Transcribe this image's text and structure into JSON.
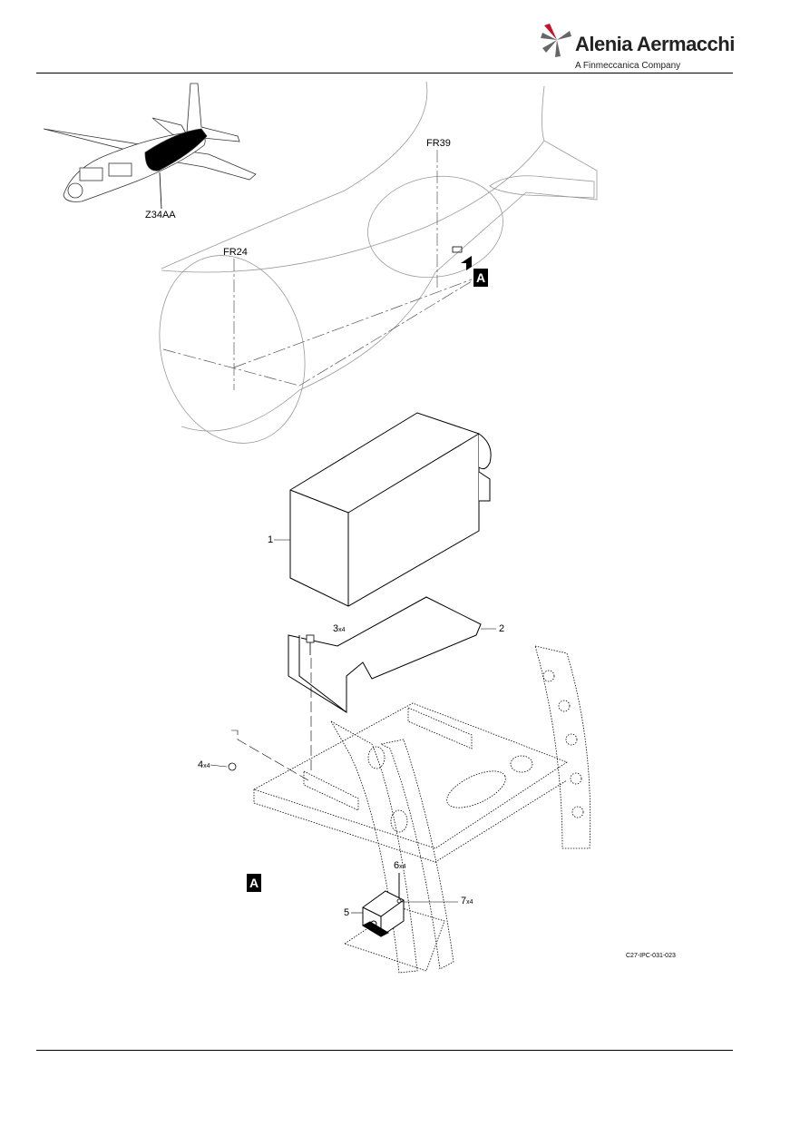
{
  "header": {
    "brand_name": "Alenia Aermacchi",
    "brand_sub": "A Finmeccanica Company"
  },
  "diagram": {
    "zone_label": "Z34AA",
    "frame_labels": [
      "FR39",
      "FR24"
    ],
    "view_label": "A",
    "items": [
      {
        "id": "1",
        "qty": ""
      },
      {
        "id": "2",
        "qty": ""
      },
      {
        "id": "3",
        "qty": "x4"
      },
      {
        "id": "4",
        "qty": "x4"
      },
      {
        "id": "5",
        "qty": ""
      },
      {
        "id": "6",
        "qty": "x4"
      },
      {
        "id": "7",
        "qty": "x4"
      }
    ],
    "figure_ref": "C27-IPC-031-023"
  }
}
